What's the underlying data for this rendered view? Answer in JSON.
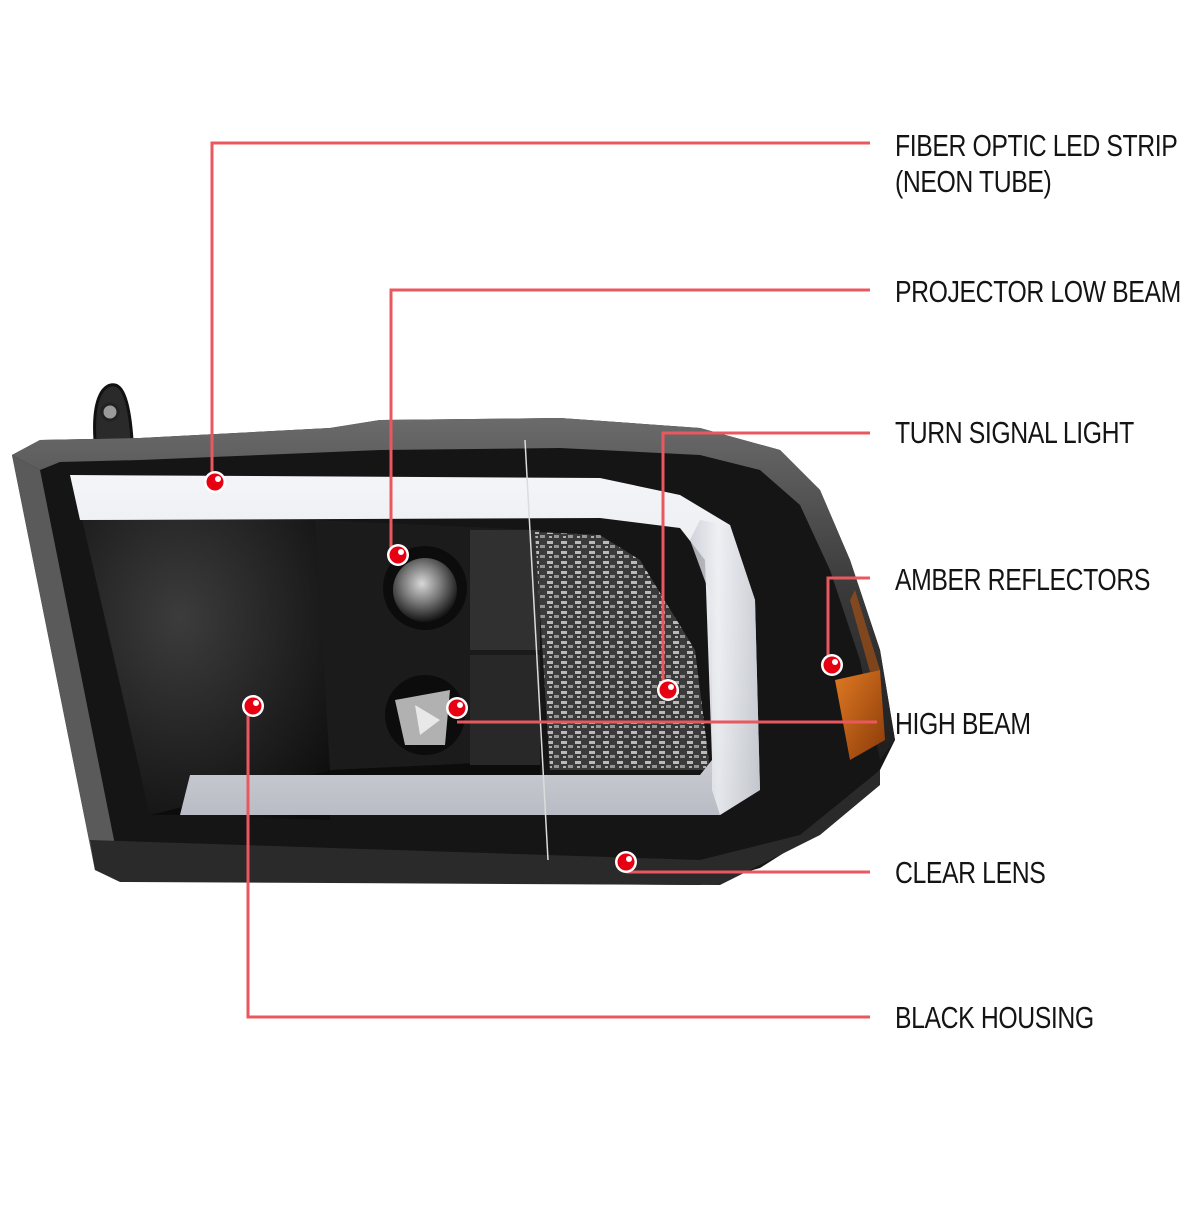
{
  "diagram": {
    "subject": "Black housing headlight with fiber optic LED strip",
    "colors": {
      "leader_line": "#e8585e",
      "marker_fill": "#e60012",
      "marker_ring": "#ffffff",
      "label_text": "#141414",
      "housing": "#111111",
      "neon_tube": "#e2e4ea",
      "amber": "#c85a12",
      "background": "#ffffff"
    },
    "callouts": [
      {
        "id": "fiber-optic",
        "label_line1": "FIBER OPTIC LED STRIP",
        "label_line2": "(NEON TUBE)",
        "marker": [
          215,
          482
        ]
      },
      {
        "id": "projector-low-beam",
        "label_line1": "PROJECTOR LOW BEAM",
        "label_line2": "",
        "marker": [
          398,
          555
        ]
      },
      {
        "id": "turn-signal",
        "label_line1": "TURN SIGNAL LIGHT",
        "label_line2": "",
        "marker": [
          668,
          690
        ]
      },
      {
        "id": "amber-reflectors",
        "label_line1": "AMBER REFLECTORS",
        "label_line2": "",
        "marker": [
          832,
          665
        ]
      },
      {
        "id": "high-beam",
        "label_line1": "HIGH BEAM",
        "label_line2": "",
        "marker": [
          457,
          708
        ]
      },
      {
        "id": "clear-lens",
        "label_line1": "CLEAR LENS",
        "label_line2": "",
        "marker": [
          626,
          862
        ]
      },
      {
        "id": "black-housing",
        "label_line1": "BLACK HOUSING",
        "label_line2": "",
        "marker": [
          253,
          706
        ]
      }
    ]
  }
}
